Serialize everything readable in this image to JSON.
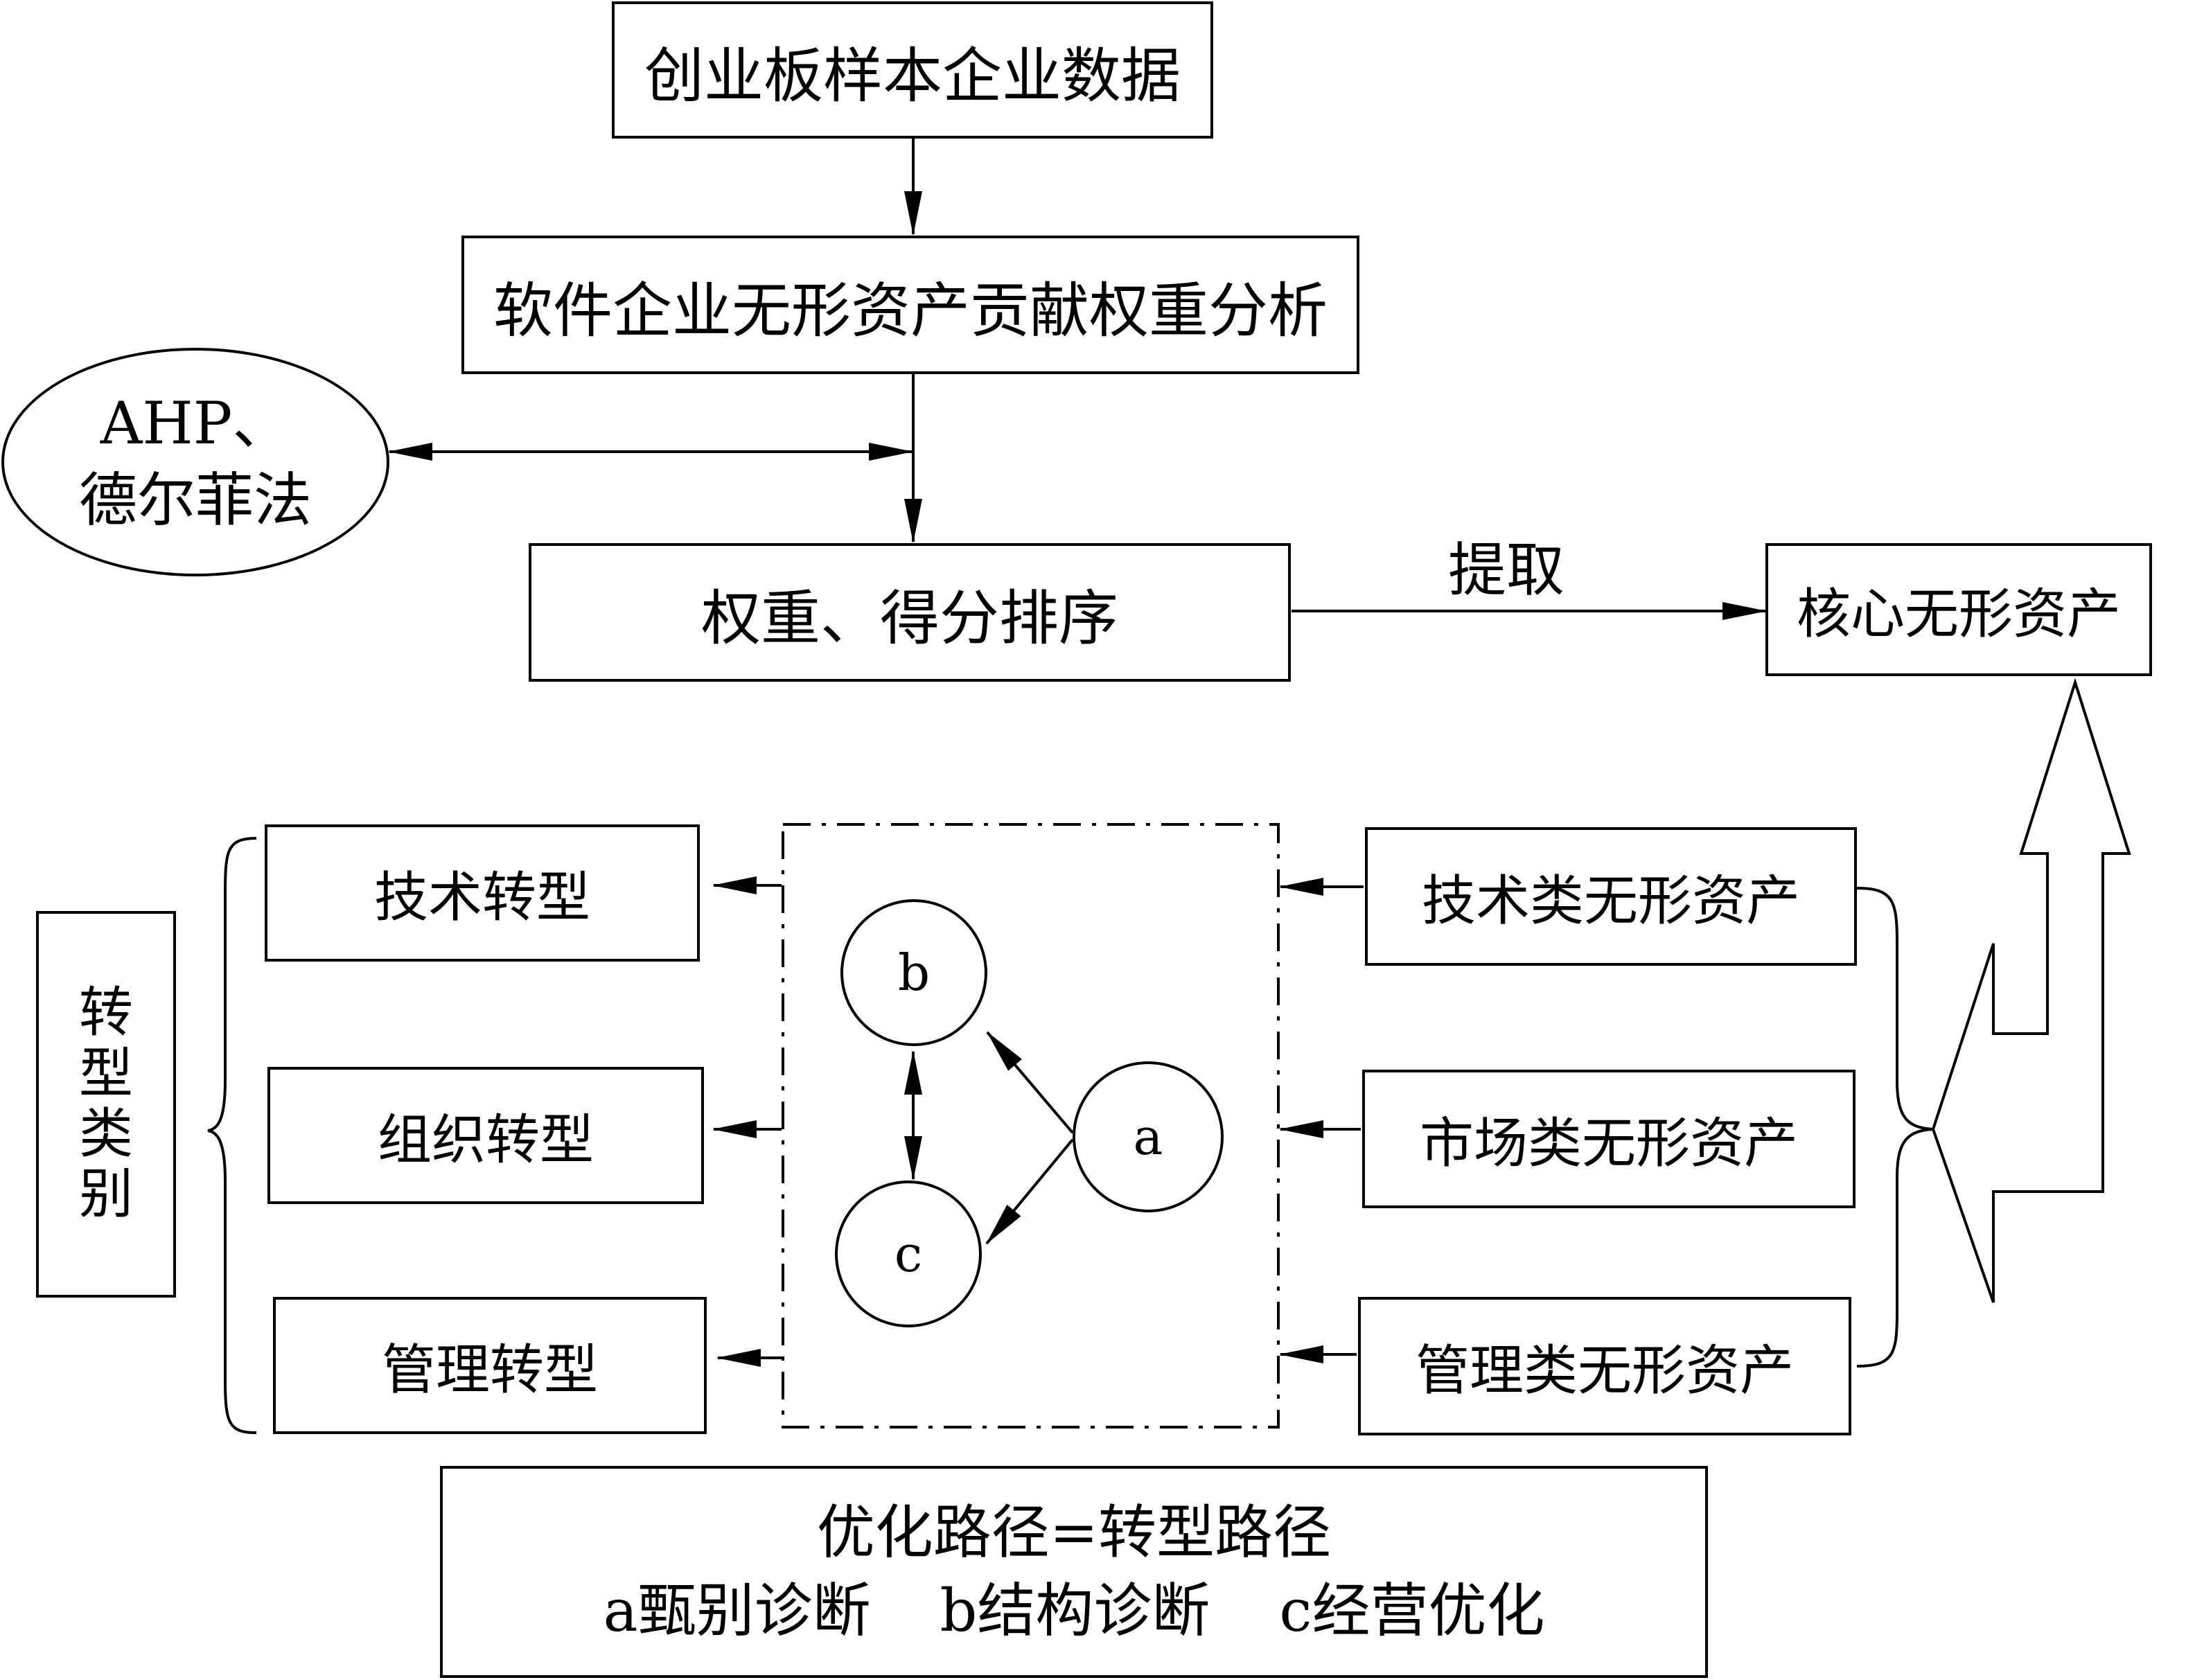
{
  "nodes": {
    "source": "创业板样本企业数据",
    "analysis": "软件企业无形资产贡献权重分析",
    "method": [
      "AHP、",
      "德尔菲法"
    ],
    "ranking": "权重、得分排序",
    "extract_label": "提取",
    "core": "核心无形资产"
  },
  "transformation": {
    "category_chars": [
      "转",
      "型",
      "类",
      "别"
    ],
    "types": [
      "技术转型",
      "组织转型",
      "管理转型"
    ],
    "assets": [
      "技术类无形资产",
      "市场类无形资产",
      "管理类无形资产"
    ],
    "cycle": {
      "a": "a",
      "b": "b",
      "c": "c"
    }
  },
  "legend": {
    "title": "优化路径=转型路径",
    "items": [
      "a甄别诊断",
      "b结构诊断",
      "c经营优化"
    ]
  }
}
